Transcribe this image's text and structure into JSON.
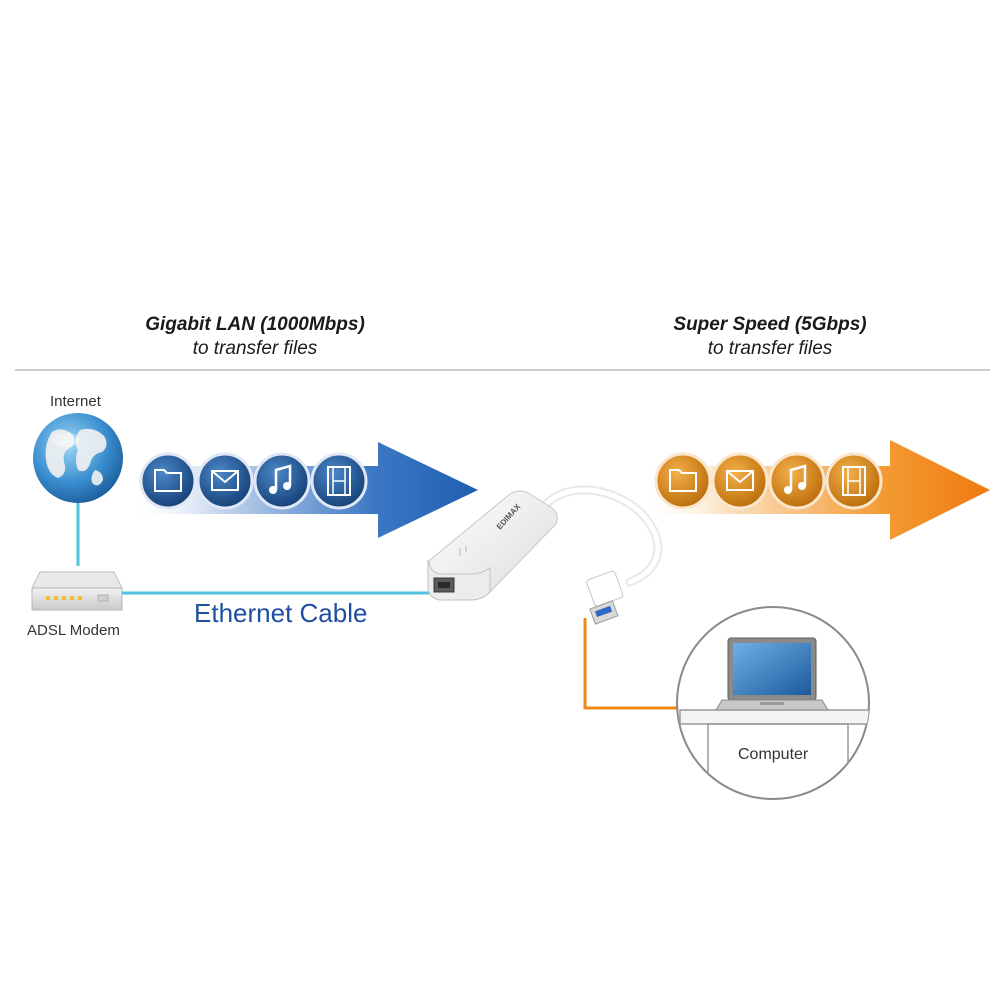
{
  "lan": {
    "title": "Gigabit LAN (1000Mbps)",
    "subtitle": "to transfer files"
  },
  "usb": {
    "title": "Super Speed (5Gbps)",
    "subtitle": "to transfer files"
  },
  "labels": {
    "internet": "Internet",
    "modem": "ADSL Modem",
    "cable": "Ethernet Cable",
    "computer": "Computer"
  },
  "adapter": {
    "brand": "EDIMAX"
  },
  "file_icons": [
    "folder-icon",
    "mail-icon",
    "music-icon",
    "video-icon"
  ],
  "colors": {
    "lan_arrow": "#1f5fb0",
    "usb_arrow": "#f07a10",
    "cable": "#4fc3dc",
    "usb_cable": "#ef8a14",
    "cable_text": "#1f4fa0"
  }
}
